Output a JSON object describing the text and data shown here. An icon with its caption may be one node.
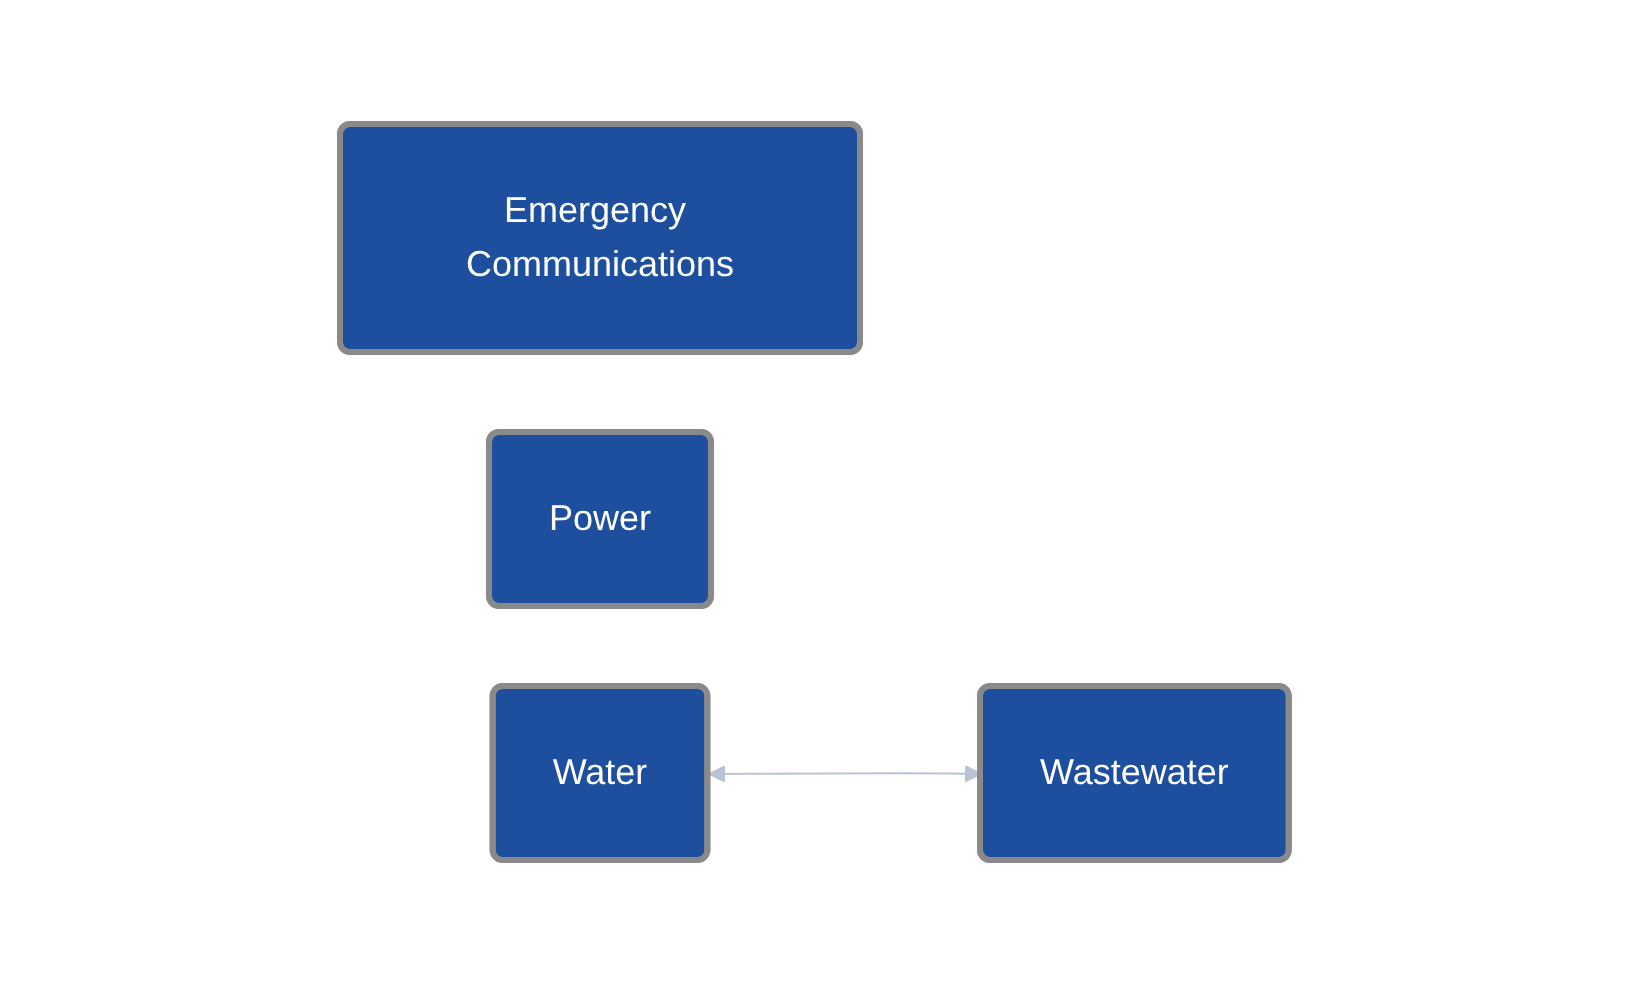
{
  "diagram": {
    "nodes": [
      {
        "text": [
          "Emergency Communications"
        ]
      },
      {
        "text": [
          "Power"
        ]
      },
      {
        "text": [
          "Water"
        ]
      },
      {
        "text": [
          "Wastewater"
        ]
      }
    ],
    "edges": [
      {
        "from": 2,
        "to": 3,
        "arrow": "both"
      }
    ]
  }
}
